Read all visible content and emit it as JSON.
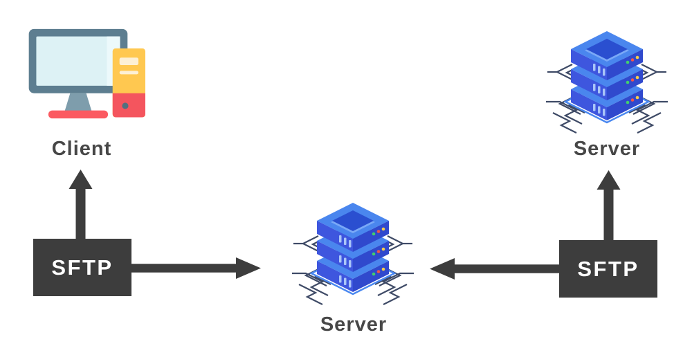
{
  "diagram": {
    "nodes": [
      {
        "id": "client",
        "label": "Client",
        "icon": "desktop-computer-icon"
      },
      {
        "id": "server-top-right",
        "label": "Server",
        "icon": "server-stack-icon"
      },
      {
        "id": "server-middle",
        "label": "Server",
        "icon": "server-stack-icon"
      }
    ],
    "protocol_boxes": [
      {
        "id": "sftp-left",
        "label": "SFTP"
      },
      {
        "id": "sftp-right",
        "label": "SFTP"
      }
    ],
    "arrows": [
      {
        "from": "sftp-left",
        "to": "client",
        "direction": "up"
      },
      {
        "from": "sftp-left",
        "to": "server-middle",
        "direction": "right"
      },
      {
        "from": "sftp-right",
        "to": "server-top-right",
        "direction": "up"
      },
      {
        "from": "sftp-right",
        "to": "server-middle",
        "direction": "left"
      }
    ],
    "colors": {
      "arrow": "#3d3d3d",
      "box_bg": "#3d3d3d",
      "box_text": "#ffffff",
      "label_text": "#474747",
      "server_blue_top": "#4a86ee",
      "server_blue_left": "#3e56de",
      "server_blue_right": "#3049cd",
      "server_inset": "#2a4fd0",
      "circuit_trace": "#3e4a66",
      "status_dot_green": "#43cf6c",
      "status_dot_red": "#f0544c",
      "status_dot_yellow": "#f6cd4c",
      "monitor_frame": "#5d7e90",
      "screen": "#ddf2f5",
      "tower_yellow": "#ffc850",
      "accent_red": "#f4555e"
    }
  }
}
